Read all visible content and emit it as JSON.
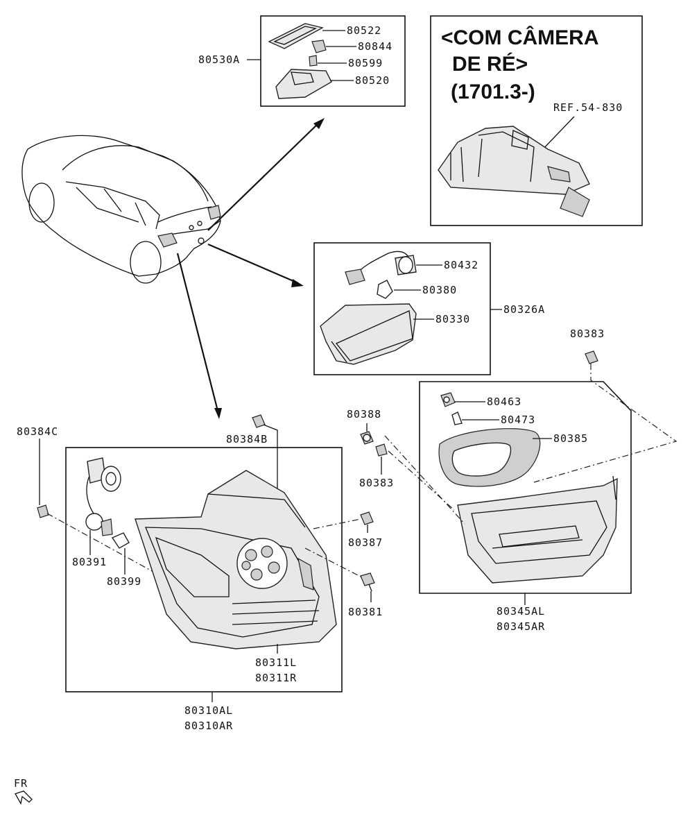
{
  "labels": {
    "p80530A": "80530A",
    "p80522": "80522",
    "p80844": "80844",
    "p80599": "80599",
    "p80520": "80520",
    "ref": "REF.54-830",
    "p80432": "80432",
    "p80380": "80380",
    "p80330": "80330",
    "p80326A": "80326A",
    "p80383a": "80383",
    "p80383b": "80383",
    "p80463": "80463",
    "p80473": "80473",
    "p80385": "80385",
    "p80388": "80388",
    "p80384C": "80384C",
    "p80384B": "80384B",
    "p80391": "80391",
    "p80399": "80399",
    "p80387": "80387",
    "p80381": "80381",
    "p80311": [
      "80311L",
      "80311R"
    ],
    "p80310": [
      "80310AL",
      "80310AR"
    ],
    "p80345": [
      "80345AL",
      "80345AR"
    ],
    "fr": "FR"
  },
  "note": {
    "line1": "<COM CÂMERA",
    "line2": "DE RÉ>",
    "line3": "(1701.3-)"
  }
}
